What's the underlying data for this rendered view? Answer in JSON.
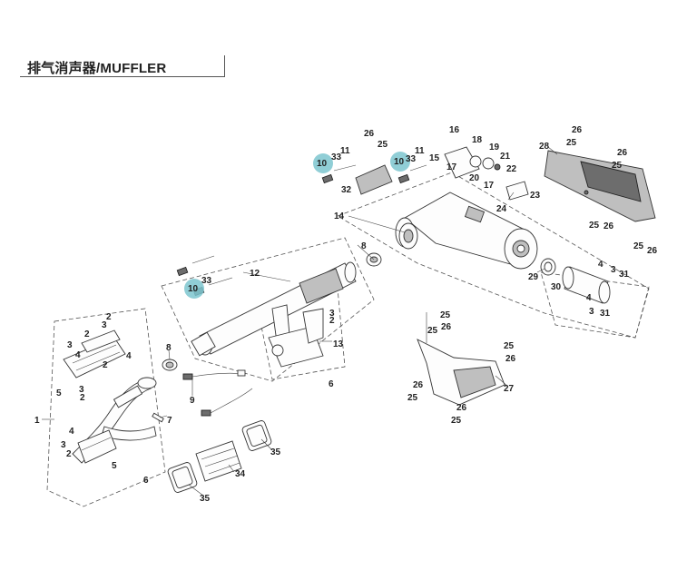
{
  "header": {
    "title": "排气消声器/MUFFLER"
  },
  "colors": {
    "highlight": "#7cc6cf",
    "line": "#333333",
    "background": "#ffffff"
  },
  "callouts": {
    "c1": "1",
    "c2a": "2",
    "c2b": "2",
    "c2c": "2",
    "c2d": "2",
    "c2e": "2",
    "c2f": "2",
    "c3a": "3",
    "c3b": "3",
    "c3c": "3",
    "c3d": "3",
    "c3e": "3",
    "c3f": "3",
    "c3g": "3",
    "c4a": "4",
    "c4b": "4",
    "c4c": "4",
    "c4d": "4",
    "c4e": "4",
    "c5a": "5",
    "c5b": "5",
    "c6a": "6",
    "c6b": "6",
    "c7": "7",
    "c8a": "8",
    "c8b": "8",
    "c9": "9",
    "c10a": "10",
    "c10b": "10",
    "c10c": "10",
    "c11a": "11",
    "c11b": "11",
    "c12": "12",
    "c13": "13",
    "c14": "14",
    "c15": "15",
    "c16": "16",
    "c17a": "17",
    "c17b": "17",
    "c18": "18",
    "c19": "19",
    "c20": "20",
    "c21": "21",
    "c22": "22",
    "c23": "23",
    "c24": "24",
    "c25a": "25",
    "c25b": "25",
    "c25c": "25",
    "c25d": "25",
    "c25e": "25",
    "c25f": "25",
    "c25g": "25",
    "c25h": "25",
    "c25i": "25",
    "c25j": "25",
    "c26a": "26",
    "c26b": "26",
    "c26c": "26",
    "c26d": "26",
    "c26e": "26",
    "c26f": "26",
    "c26g": "26",
    "c26h": "26",
    "c26i": "26",
    "c27": "27",
    "c28": "28",
    "c29": "29",
    "c30": "30",
    "c31a": "31",
    "c31b": "31",
    "c32": "32",
    "c33a": "33",
    "c33b": "33",
    "c33c": "33",
    "c34": "34",
    "c35a": "35",
    "c35b": "35"
  }
}
